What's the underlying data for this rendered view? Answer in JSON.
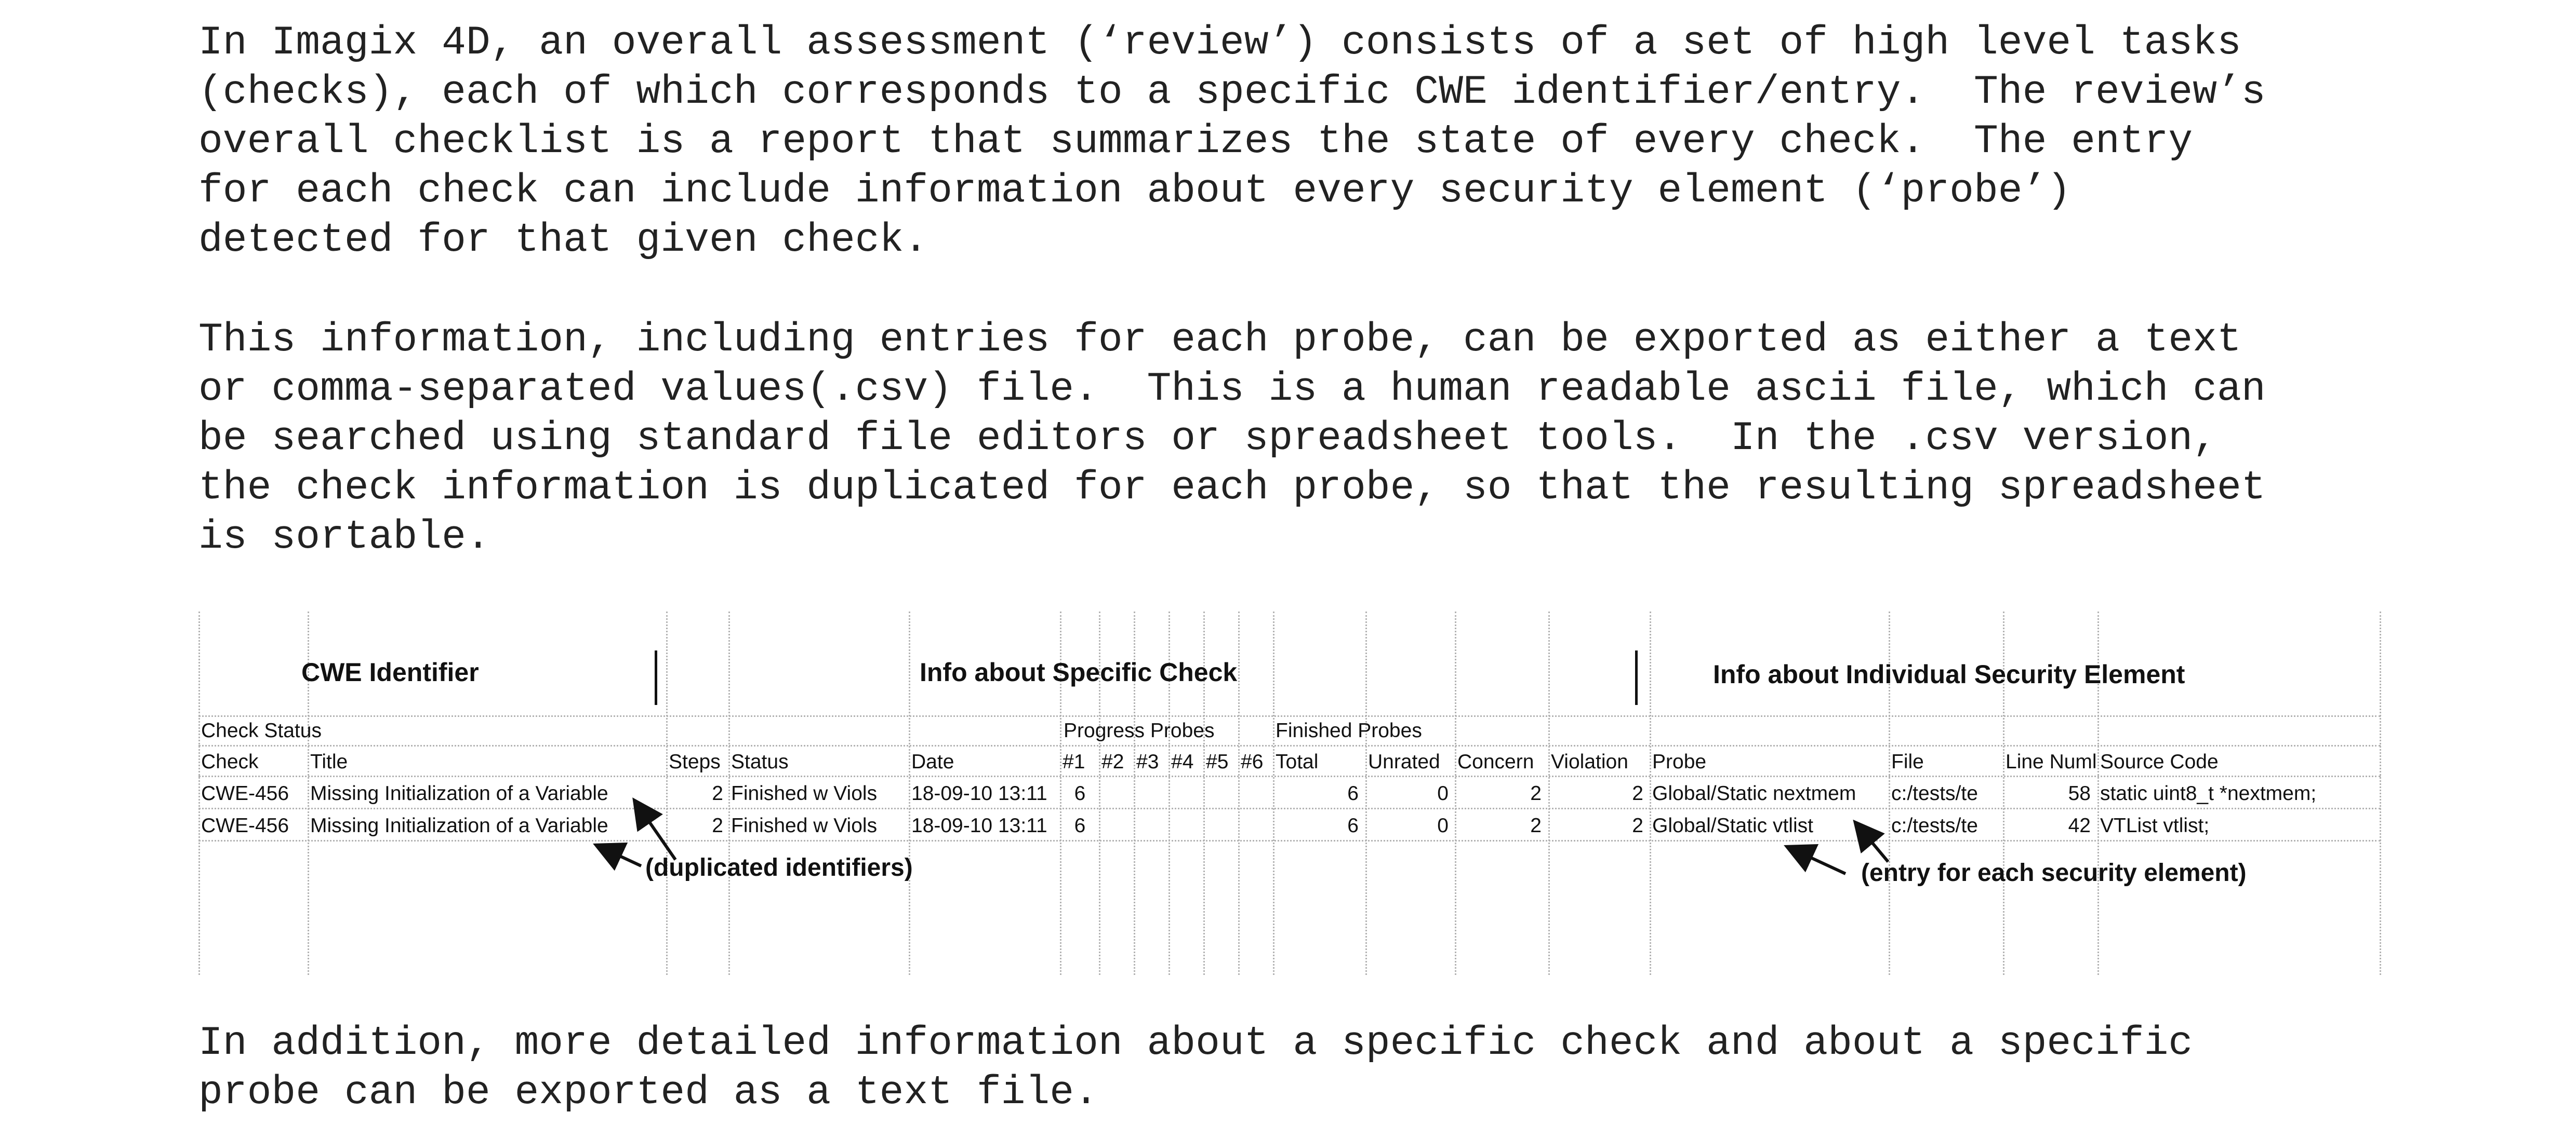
{
  "paragraphs": {
    "p1": "In Imagix 4D, an overall assessment (‘review’) consists of a set of high level tasks\n(checks), each of which corresponds to a specific CWE identifier/entry.  The review’s\noverall checklist is a report that summarizes the state of every check.  The entry\nfor each check can include information about every security element (‘probe’)\ndetected for that given check.",
    "p2": "This information, including entries for each probe, can be exported as either a text\nor comma-separated values(.csv) file.  This is a human readable ascii file, which can\nbe searched using standard file editors or spreadsheet tools.  In the .csv version,\nthe check information is duplicated for each probe, so that the resulting spreadsheet\nis sortable.",
    "p3": "In addition, more detailed information about a specific check and about a specific\nprobe can be exported as a text file."
  },
  "sheet": {
    "headings": {
      "cwe": "CWE Identifier",
      "specific": "Info about Specific Check",
      "individual": "Info about Individual Security Element"
    },
    "groups": {
      "check_status": "Check Status",
      "progress_probes": "Progress Probes",
      "finished_probes": "Finished Probes"
    },
    "columns": {
      "check": "Check",
      "title": "Title",
      "steps": "Steps",
      "status": "Status",
      "date": "Date",
      "p1": "#1",
      "p2": "#2",
      "p3": "#3",
      "p4": "#4",
      "p5": "#5",
      "p6": "#6",
      "total": "Total",
      "unrated": "Unrated",
      "concern": "Concern",
      "violation": "Violation",
      "probe": "Probe",
      "file": "File",
      "line": "Line Numl",
      "source": "Source Code"
    },
    "rows": [
      {
        "check": "CWE-456",
        "title": "Missing Initialization of a Variable",
        "steps": "2",
        "status": "Finished w Viols",
        "date": "18-09-10 13:11",
        "p1": "6",
        "total": "6",
        "unrated": "0",
        "concern": "2",
        "violation": "2",
        "probe": "Global/Static nextmem",
        "file": "c:/tests/te",
        "line": "58",
        "source": "static uint8_t *nextmem;"
      },
      {
        "check": "CWE-456",
        "title": "Missing Initialization of a Variable",
        "steps": "2",
        "status": "Finished w Viols",
        "date": "18-09-10 13:11",
        "p1": "6",
        "total": "6",
        "unrated": "0",
        "concern": "2",
        "violation": "2",
        "probe": "Global/Static vtlist",
        "file": "c:/tests/te",
        "line": "42",
        "source": "VTList vtlist;"
      }
    ],
    "annotations": {
      "dup": "(duplicated identifiers)",
      "entry": "(entry for each security element)"
    }
  }
}
